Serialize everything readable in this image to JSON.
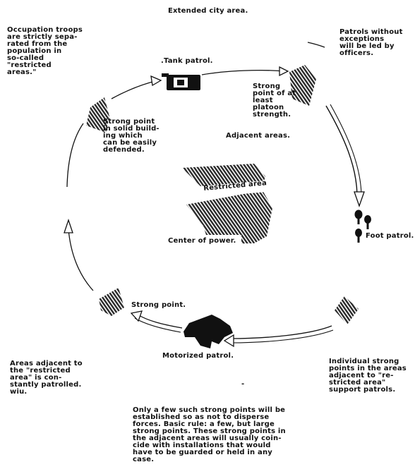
{
  "title": "Extended city area.",
  "notes": {
    "occupation_troops": "Occupation troops\nare strictly sepa-\nrated from the\npopulation in\nso-called\n\"restricted\nareas.\"",
    "patrols_officers": "Patrols without\nexceptions\nwill be led by\nofficers.",
    "areas_adjacent": "Areas adjacent to\nthe \"restricted\narea\" is con-\nstantly patrolled.\nwiu.",
    "individual_strong_points": "Individual strong\npoints in the areas\nadjacent to \"re-\nstricted area\"\nsupport patrols.",
    "basic_rule": "Only a few such strong points will be\nestablished so as not to disperse\nforces. Basic rule: a few, but large\nstrong points. These strong points in\nthe adjacent areas will usually coin-\ncide with installations that would\nhave to be guarded or held in any\ncase."
  },
  "labels": {
    "tank_patrol": ".Tank patrol.",
    "strong_point_platoon": "Strong\npoint of at\nleast\nplatoon\nstrength.",
    "strong_point_building": "Strong point\nin solid build-\ning which\ncan be easily\ndefended.",
    "adjacent_areas": "Adjacent areas.",
    "restricted_area": "Restricted area",
    "center_of_power": "Center of power.",
    "foot_patrol": "Foot patrol.",
    "strong_point": "Strong point.",
    "motorized_patrol": "Motorized patrol.",
    "dash_mark": "-"
  },
  "colors": {
    "ink": "#111111",
    "hatch": "#2a2a2a",
    "paper": "#ffffff"
  }
}
